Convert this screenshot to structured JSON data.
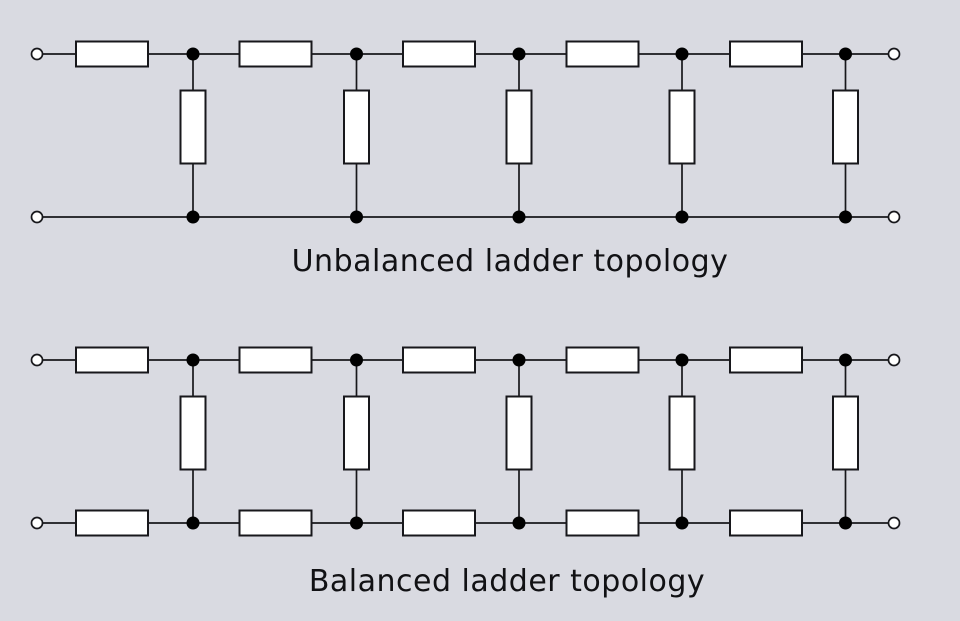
{
  "page": {
    "background_color": "#d9dae1",
    "wire_color": "#17171b",
    "resistor_fill": "#ffffff",
    "resistor_stroke": "#17171b",
    "junction_dot_color": "#000000",
    "terminal_fill": "#ffffff",
    "text_color": "#111114"
  },
  "diagrams": [
    {
      "name": "unbalanced-ladder",
      "title": "Unbalanced ladder topology",
      "topology": "unbalanced",
      "sections": 5,
      "series_resistors_top_rail": 5,
      "series_resistors_bottom_rail": 0,
      "shunt_resistors": 5,
      "junction_dots_per_rail": 5,
      "terminals": 4
    },
    {
      "name": "balanced-ladder",
      "title": "Balanced ladder topology",
      "topology": "balanced",
      "sections": 5,
      "series_resistors_top_rail": 5,
      "series_resistors_bottom_rail": 5,
      "shunt_resistors": 5,
      "junction_dots_per_rail": 5,
      "terminals": 4
    }
  ]
}
